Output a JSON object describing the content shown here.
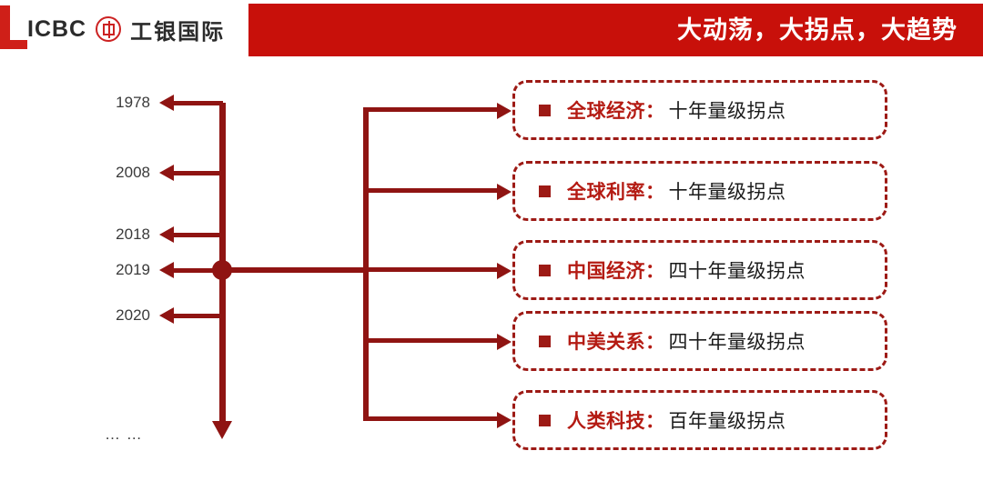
{
  "header": {
    "title": "大动荡，大拐点，大趋势",
    "brand_color": "#c8100a"
  },
  "logo": {
    "latin": "ICBC",
    "mark": "icbc-coin-icon",
    "chinese": "工银国际"
  },
  "timeline": {
    "years": [
      "1978",
      "2008",
      "2018",
      "2019",
      "2020"
    ],
    "ellipsis": "… …",
    "highlight_year": "2019",
    "line_color": "#8f1412"
  },
  "items": [
    {
      "key": "全球经济：",
      "value": "十年量级拐点"
    },
    {
      "key": "全球利率：",
      "value": "十年量级拐点"
    },
    {
      "key": "中国经济：",
      "value": "四十年量级拐点"
    },
    {
      "key": "中美关系：",
      "value": "四十年量级拐点"
    },
    {
      "key": "人类科技：",
      "value": "百年量级拐点"
    }
  ]
}
